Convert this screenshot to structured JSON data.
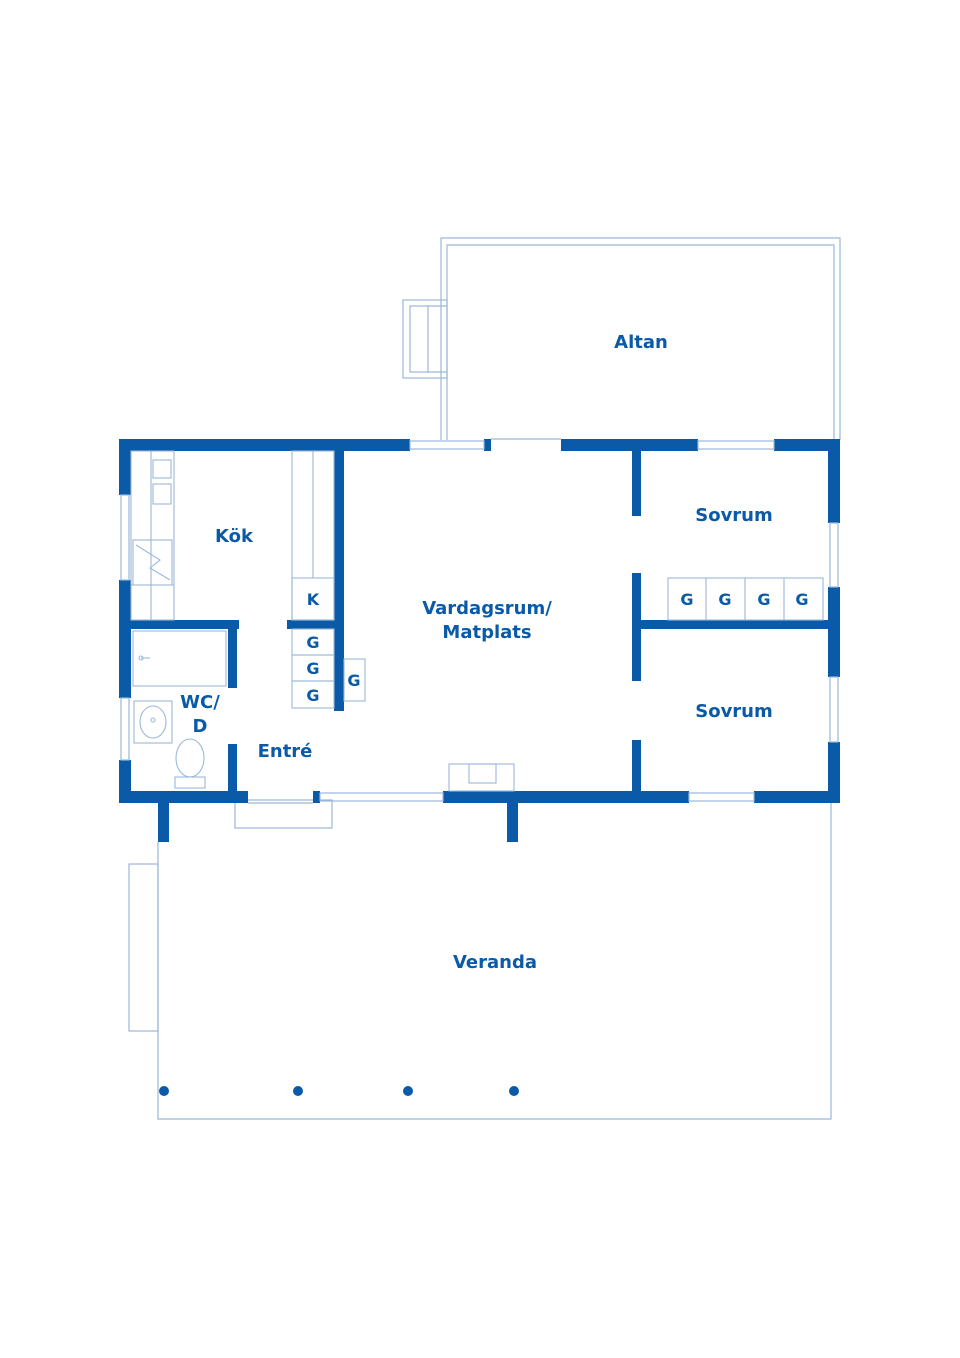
{
  "colors": {
    "wall": "#0a5aa8",
    "thin": "#9bb8d8",
    "background": "#ffffff"
  },
  "rooms": {
    "altan": "Altan",
    "kok": "Kök",
    "vardagsrum_line1": "Vardagsrum/",
    "vardagsrum_line2": "Matplats",
    "sovrum_top": "Sovrum",
    "sovrum_bottom": "Sovrum",
    "wc_line1": "WC/",
    "wc_line2": "D",
    "entre": "Entré",
    "veranda": "Veranda"
  },
  "storage": {
    "kitchen_k": "K",
    "hall_g1": "G",
    "hall_g2": "G",
    "hall_g3": "G",
    "hall_g4": "G",
    "bedroom_g1": "G",
    "bedroom_g2": "G",
    "bedroom_g3": "G",
    "bedroom_g4": "G"
  },
  "icons": [
    "stove-icon",
    "sink-icon",
    "toilet-icon",
    "washbasin-icon",
    "fireplace-icon"
  ]
}
